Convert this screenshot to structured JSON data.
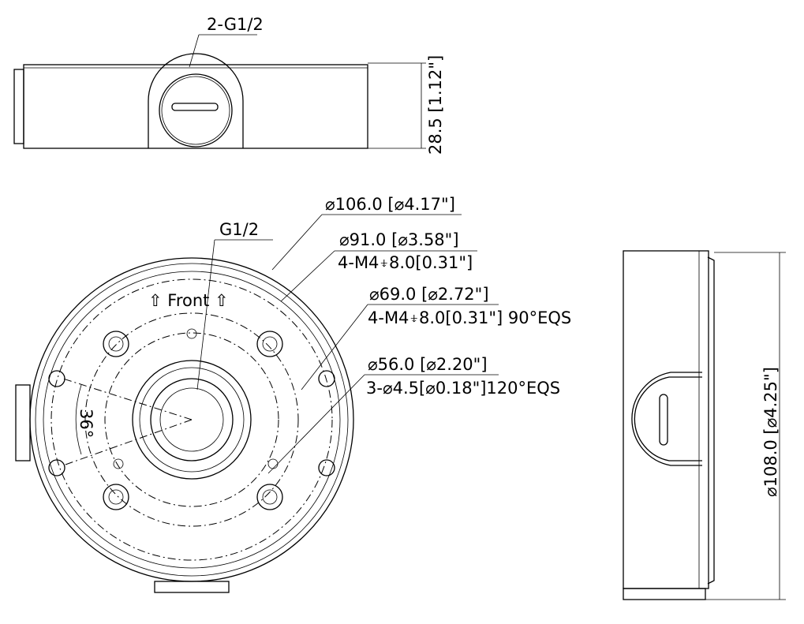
{
  "top_view": {
    "port_label": "2-G1/2",
    "height_dim": "28.5 [1.12\"]"
  },
  "front_view": {
    "port_label": "G1/2",
    "front_label": "⇧ Front ⇧",
    "angle_label": "36°",
    "callouts": [
      {
        "line1": "⌀106.0 [⌀4.17\"]",
        "line2": ""
      },
      {
        "line1": "⌀91.0 [⌀3.58\"]",
        "line2": "4-M4⍖8.0[0.31\"]"
      },
      {
        "line1": "⌀69.0 [⌀2.72\"]",
        "line2": "4-M4⍖8.0[0.31\"] 90°EQS"
      },
      {
        "line1": "⌀56.0 [⌀2.20\"]",
        "line2": "3-⌀4.5[⌀0.18\"]120°EQS"
      }
    ]
  },
  "side_view": {
    "diameter_dim": "⌀108.0 [⌀4.25\"]"
  }
}
